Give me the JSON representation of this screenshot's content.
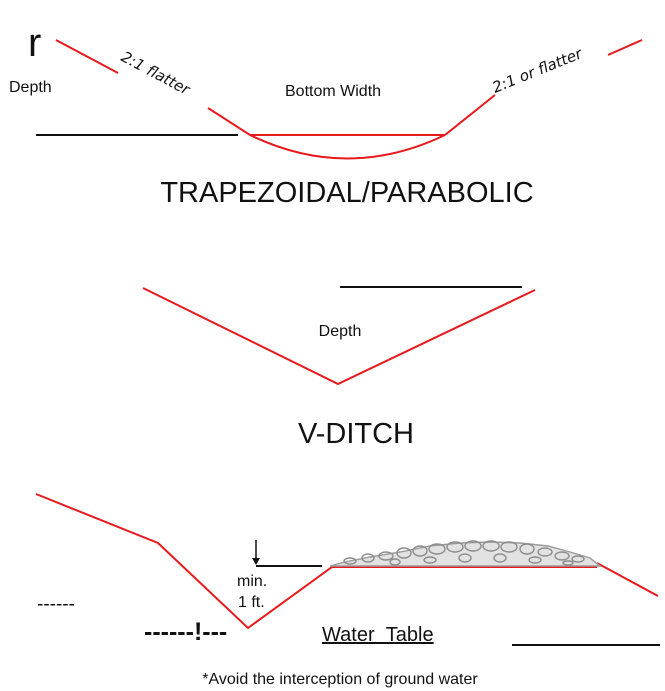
{
  "colors": {
    "slope_line": "#e8191c",
    "ground_line": "#111111",
    "gravel": "#9a9a9a"
  },
  "trapezoidal": {
    "marker": "r",
    "depth_label": "Depth",
    "left_slope_label": "2:1 flatter",
    "right_slope_label": "2:1 or flatter",
    "bottom_label": "Bottom Width",
    "title": "TRAPEZOIDAL/PARABOLIC"
  },
  "v_ditch": {
    "depth_label": "Depth",
    "title": "V-DITCH"
  },
  "water_table_figure": {
    "min_label": "min.",
    "depth_value": "1 ft.",
    "dashes_left": "------",
    "dashes_center": "------!---",
    "water_table_label": "Water Table",
    "note": "*Avoid the interception of ground water"
  }
}
